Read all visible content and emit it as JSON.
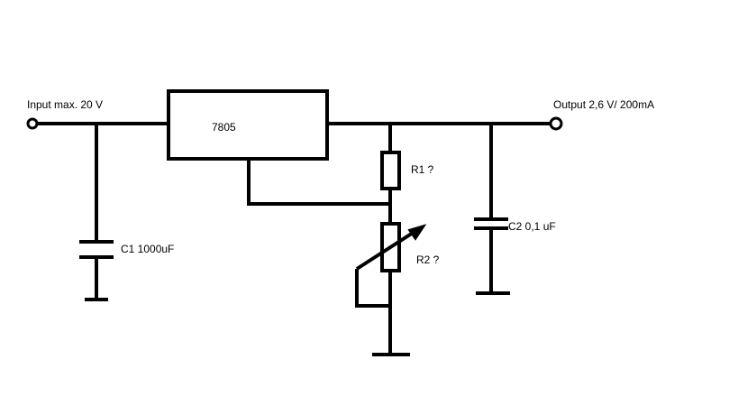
{
  "labels": {
    "input": "Input max. 20 V",
    "output": "Output 2,6 V/ 200mA",
    "regulator": "7805",
    "r1": "R1 ?",
    "r2": "R2 ?",
    "c1": "C1 1000uF",
    "c2": "C2 0,1 uF"
  },
  "colors": {
    "ink": "#000000",
    "background": "#ffffff"
  }
}
